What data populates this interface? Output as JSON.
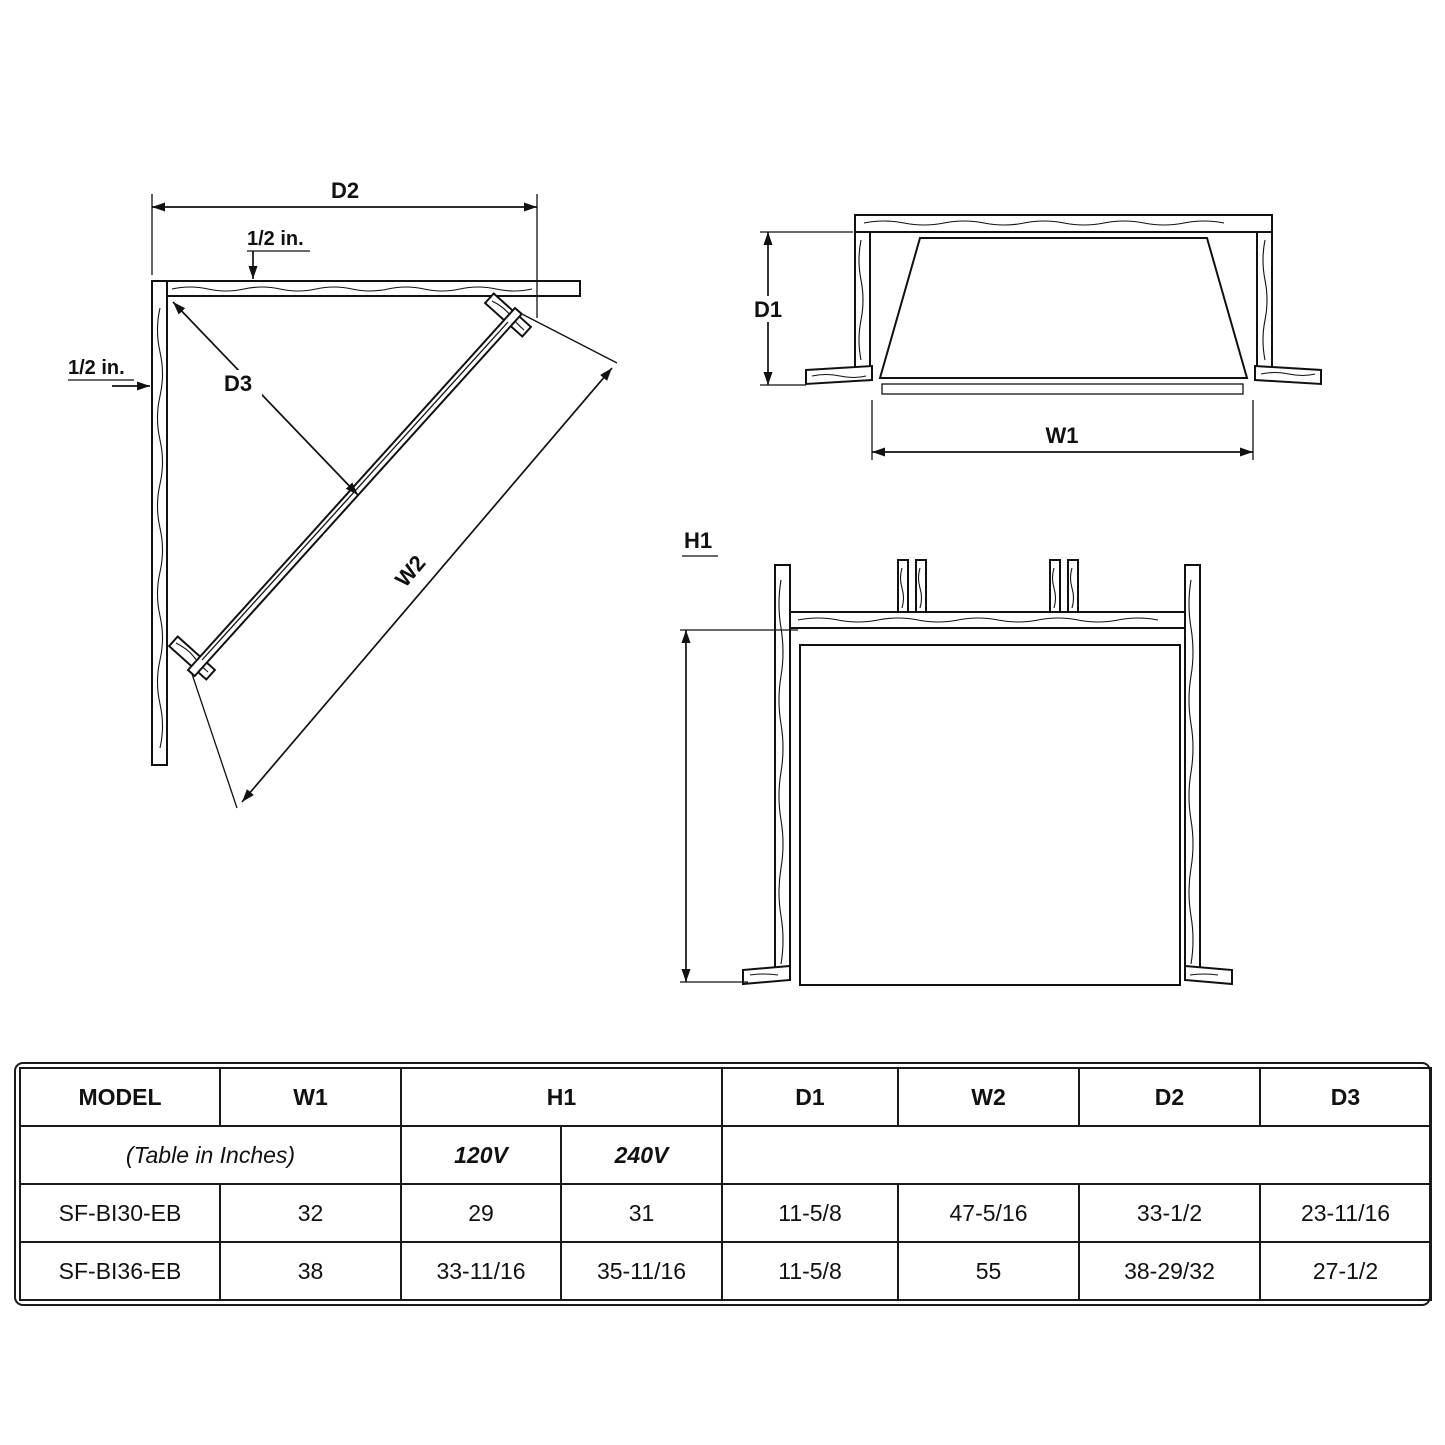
{
  "drawings": {
    "corner_view": {
      "d2_label": "D2",
      "half_inch_top_label": "1/2 in.",
      "half_inch_left_label": "1/2 in.",
      "d3_label": "D3",
      "w2_label": "W2"
    },
    "top_view": {
      "d1_label": "D1",
      "w1_label": "W1"
    },
    "front_view": {
      "h1_label": "H1"
    }
  },
  "table": {
    "headers": {
      "model": "MODEL",
      "w1": "W1",
      "h1": "H1",
      "d1": "D1",
      "w2": "W2",
      "d2": "D2",
      "d3": "D3"
    },
    "subheader": {
      "units_note": "(Table in Inches)",
      "voltage_120": "120V",
      "voltage_240": "240V"
    },
    "rows": [
      {
        "model": "SF-BI30-EB",
        "w1": "32",
        "h1_120v": "29",
        "h1_240v": "31",
        "d1": "11-5/8",
        "w2": "47-5/16",
        "d2": "33-1/2",
        "d3": "23-11/16"
      },
      {
        "model": "SF-BI36-EB",
        "w1": "38",
        "h1_120v": "33-11/16",
        "h1_240v": "35-11/16",
        "d1": "11-5/8",
        "w2": "55",
        "d2": "38-29/32",
        "d3": "27-1/2"
      }
    ]
  },
  "colors": {
    "line": "#111111",
    "background": "#ffffff"
  }
}
